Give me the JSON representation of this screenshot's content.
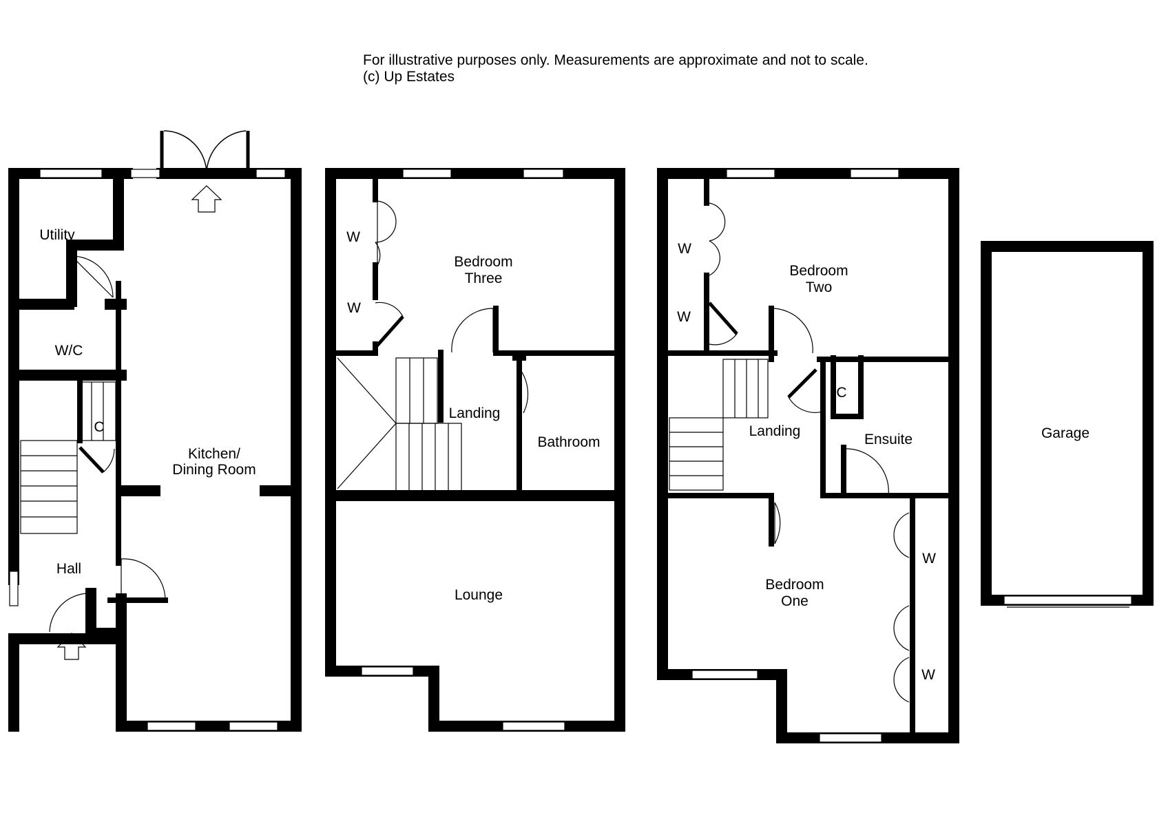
{
  "disclaimer": {
    "line1": "For illustrative purposes only. Measurements are approximate and not to scale.",
    "line2": "(c) Up Estates"
  },
  "ground_floor": {
    "utility": "Utility",
    "wc": "W/C",
    "cupboard": "C",
    "hall": "Hall",
    "kitchen_line1": "Kitchen/",
    "kitchen_line2": "Dining Room"
  },
  "first_floor": {
    "wardrobe_top": "W",
    "wardrobe_bottom": "W",
    "bedroom_three_line1": "Bedroom",
    "bedroom_three_line2": "Three",
    "landing": "Landing",
    "bathroom": "Bathroom",
    "lounge": "Lounge"
  },
  "second_floor": {
    "wardrobe_top": "W",
    "wardrobe_bottom": "W",
    "bedroom_two_line1": "Bedroom",
    "bedroom_two_line2": "Two",
    "cupboard": "C",
    "landing": "Landing",
    "ensuite": "Ensuite",
    "bedroom_one_line1": "Bedroom",
    "bedroom_one_line2": "One",
    "wardrobe_right_top": "W",
    "wardrobe_right_bottom": "W"
  },
  "garage": {
    "label": "Garage"
  }
}
